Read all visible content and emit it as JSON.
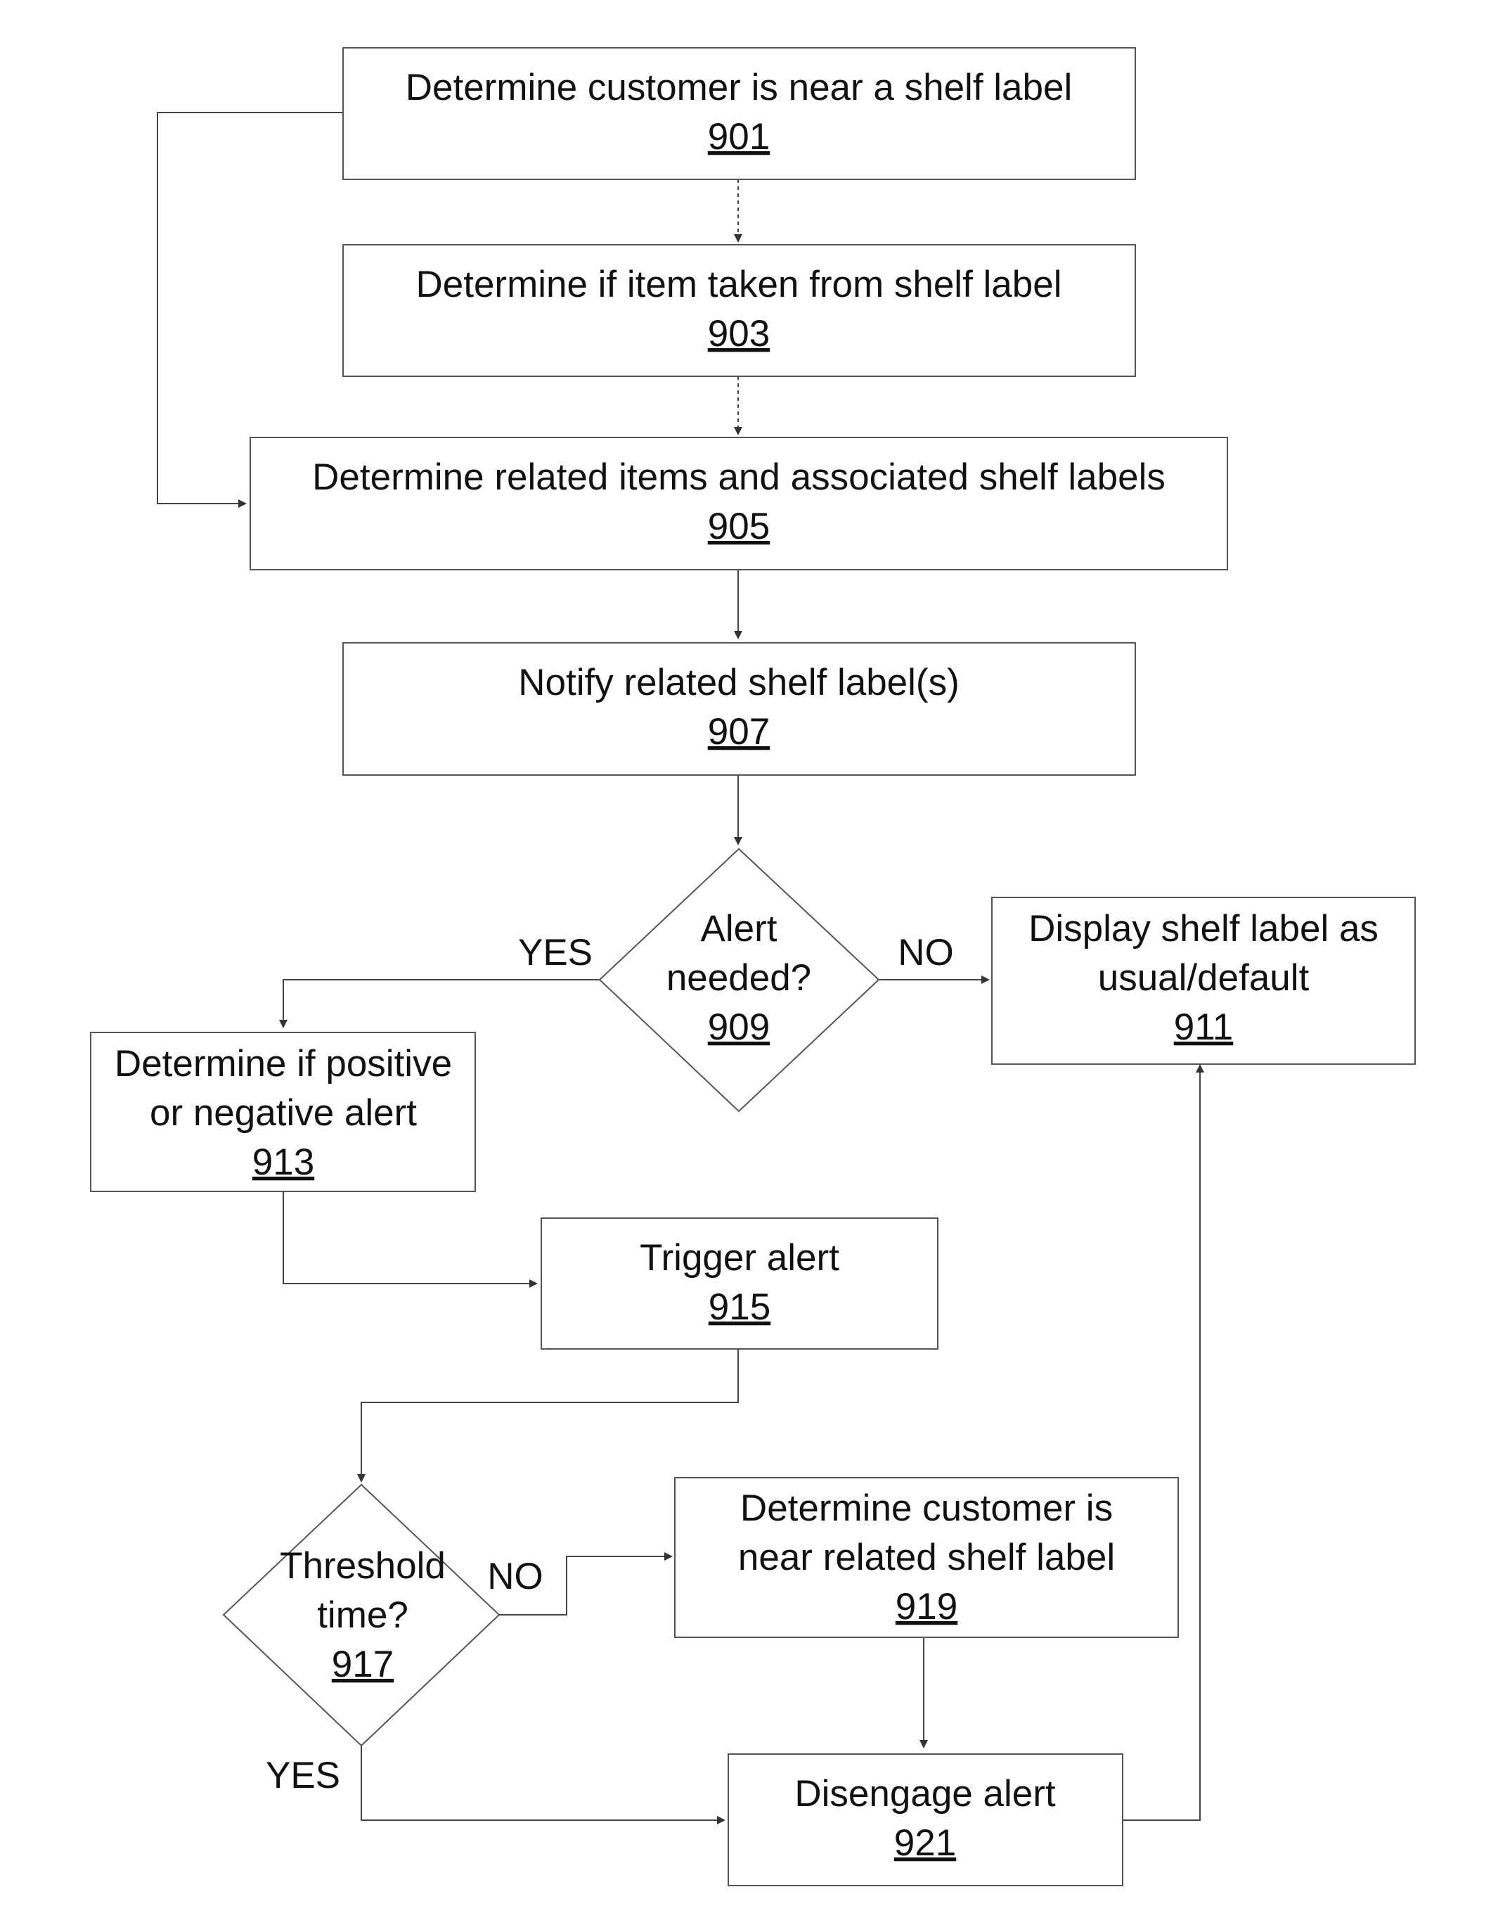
{
  "nodes": {
    "n901": {
      "lines": [
        "Determine customer is near a shelf label"
      ],
      "ref": "901"
    },
    "n903": {
      "lines": [
        "Determine if item taken from shelf label"
      ],
      "ref": "903"
    },
    "n905": {
      "lines": [
        "Determine related items and associated shelf labels"
      ],
      "ref": "905"
    },
    "n907": {
      "lines": [
        "Notify related shelf label(s)"
      ],
      "ref": "907"
    },
    "n909": {
      "lines": [
        "Alert",
        "needed?"
      ],
      "ref": "909"
    },
    "n911": {
      "lines": [
        "Display shelf label as",
        "usual/default"
      ],
      "ref": "911"
    },
    "n913": {
      "lines": [
        "Determine if positive",
        "or negative alert"
      ],
      "ref": "913"
    },
    "n915": {
      "lines": [
        "Trigger alert"
      ],
      "ref": "915"
    },
    "n917": {
      "lines": [
        "Threshold",
        "time?"
      ],
      "ref": "917"
    },
    "n919": {
      "lines": [
        "Determine customer is",
        "near related shelf label"
      ],
      "ref": "919"
    },
    "n921": {
      "lines": [
        "Disengage alert"
      ],
      "ref": "921"
    }
  },
  "edge_labels": {
    "yes_909": "YES",
    "no_909": "NO",
    "no_917": "NO",
    "yes_917": "YES"
  },
  "colors": {
    "stroke": "#555555",
    "text": "#111111"
  }
}
